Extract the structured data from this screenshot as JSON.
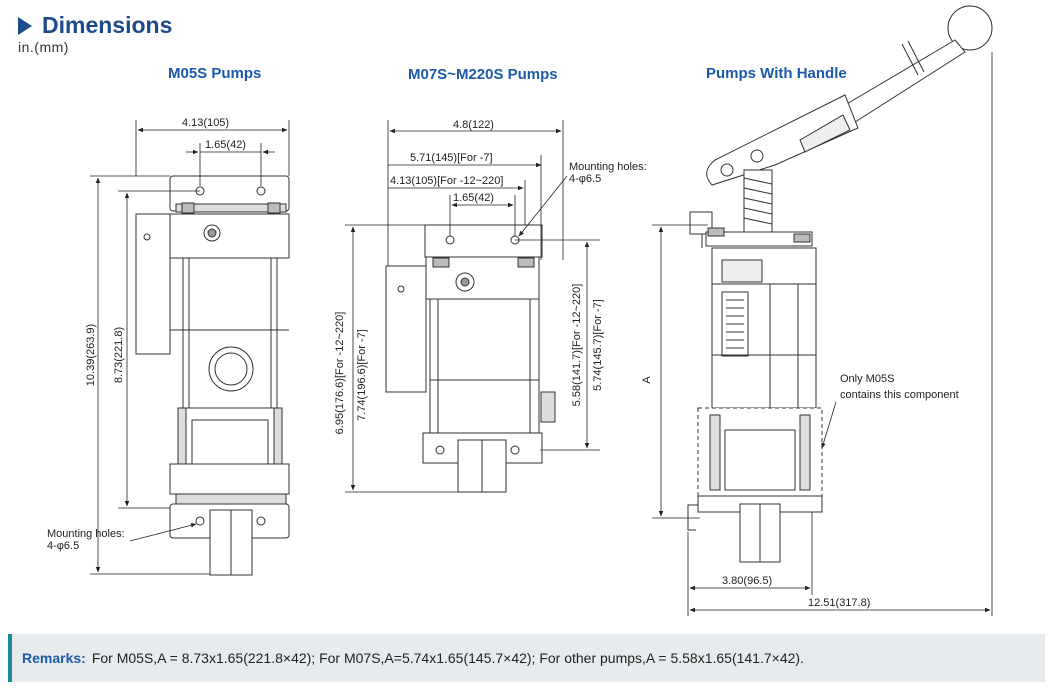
{
  "header": {
    "title": "Dimensions",
    "units": "in.(mm)"
  },
  "sections": {
    "m05s": "M05S Pumps",
    "m07s": "M07S~M220S Pumps",
    "handle": "Pumps With Handle"
  },
  "dims": {
    "m05s_width": "4.13(105)",
    "m05s_holes": "1.65(42)",
    "m05s_h_total": "10.39(263.9)",
    "m05s_h_body": "8.73(221.8)",
    "m05s_mount_l1": "Mounting holes:",
    "m05s_mount_l2": "4-φ6.5",
    "m07_width": "4.8(122)",
    "m07_w2": "5.71(145)[For -7]",
    "m07_w3": "4.13(105)[For -12~220]",
    "m07_holes": "1.65(42)",
    "m07_mount_l1": "Mounting holes:",
    "m07_mount_l2": "4-φ6.5",
    "m07_h1": "6.95(176.6)[For -12~220]",
    "m07_h2": "7.74(196.6)[For -7]",
    "m07_h3": "5.58(141.7)[For -12~220]",
    "m07_h4": "5.74(145.7)[For -7]",
    "handle_A": "A",
    "handle_note_l1": "Only M05S",
    "handle_note_l2": "contains this component",
    "handle_w1": "3.80(96.5)",
    "handle_w2": "12.51(317.8)"
  },
  "remarks": {
    "label": "Remarks:",
    "text": "For M05S,A = 8.73x1.65(221.8×42); For M07S,A=5.74x1.65(145.7×42); For other pumps,A = 5.58x1.65(141.7×42)."
  },
  "colors": {
    "title": "#1c4a8c",
    "section": "#1c5aa8",
    "remarks_bg": "#e8ebed",
    "remarks_bar": "#1c8a9a"
  }
}
